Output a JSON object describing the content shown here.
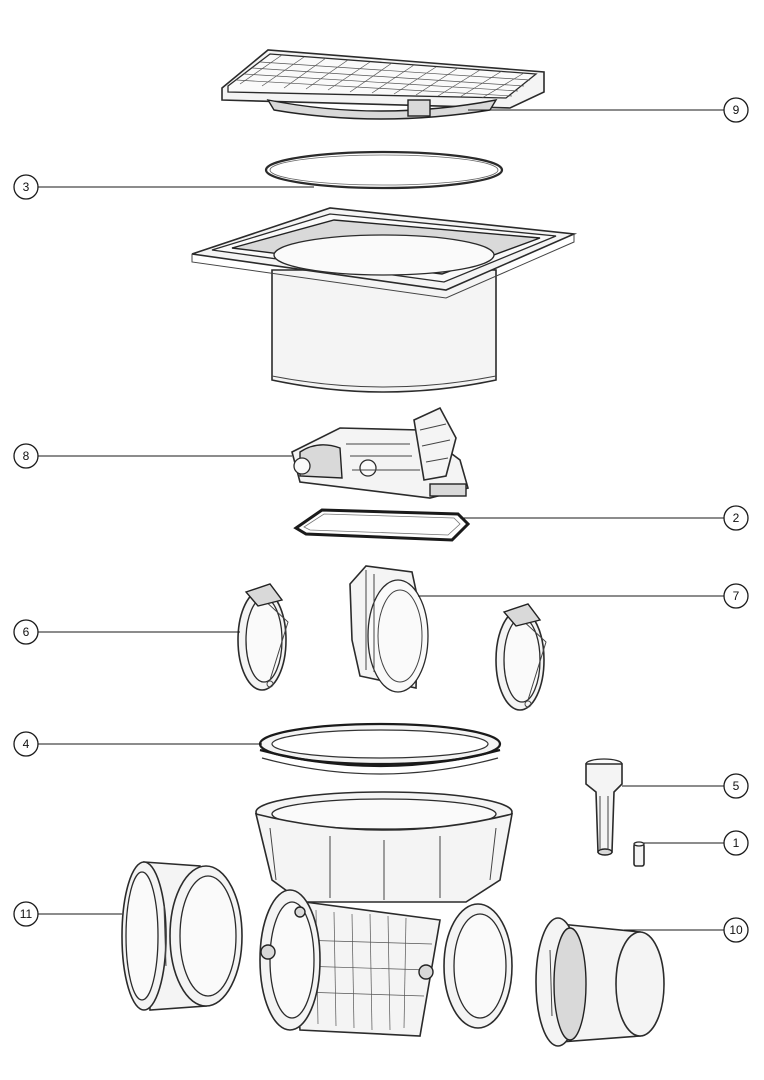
{
  "callouts": [
    {
      "id": "9",
      "label": "9"
    },
    {
      "id": "3",
      "label": "3"
    },
    {
      "id": "8",
      "label": "8"
    },
    {
      "id": "2",
      "label": "2"
    },
    {
      "id": "7",
      "label": "7"
    },
    {
      "id": "6",
      "label": "6"
    },
    {
      "id": "4",
      "label": "4"
    },
    {
      "id": "5",
      "label": "5"
    },
    {
      "id": "1",
      "label": "1"
    },
    {
      "id": "11",
      "label": "11"
    },
    {
      "id": "10",
      "label": "10"
    }
  ],
  "parts": [
    {
      "callout": "9",
      "icon": "square-grate-cover-icon"
    },
    {
      "callout": "3",
      "icon": "thin-seal-ring-icon"
    },
    {
      "callout": "8",
      "icon": "flap-valve-insert-icon"
    },
    {
      "callout": "2",
      "icon": "rectangular-gasket-icon"
    },
    {
      "callout": "7",
      "icon": "center-flap-insert-icon"
    },
    {
      "callout": "6",
      "icon": "side-flap-icon"
    },
    {
      "callout": "4",
      "icon": "large-seal-ring-icon"
    },
    {
      "callout": "5",
      "icon": "plug-stopper-icon"
    },
    {
      "callout": "1",
      "icon": "small-pin-icon"
    },
    {
      "callout": "11",
      "icon": "left-pipe-connector-icon"
    },
    {
      "callout": "10",
      "icon": "right-pipe-connector-icon"
    }
  ]
}
